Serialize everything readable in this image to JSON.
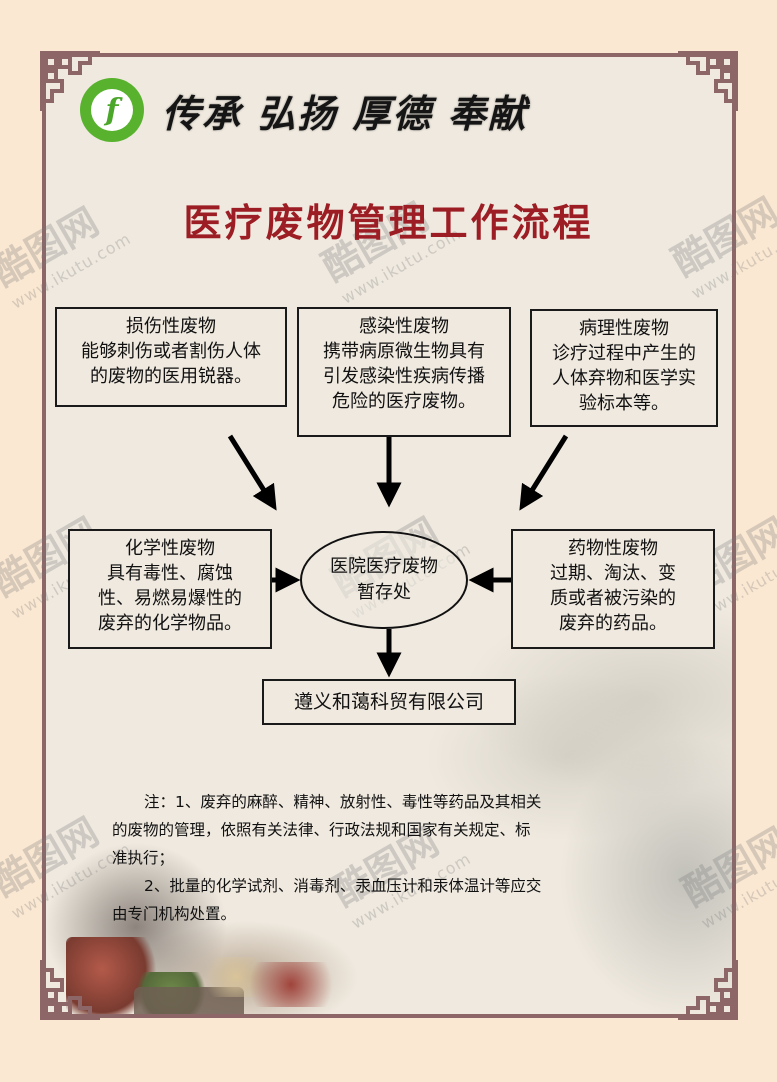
{
  "header": {
    "logo_letter": "f",
    "slogan": "传承 弘扬 厚德 奉献"
  },
  "title": "医疗废物管理工作流程",
  "flow": {
    "sources_top": [
      {
        "name": "损伤性废物",
        "lines": [
          "损伤性废物",
          "能够刺伤或者割伤人体",
          "的废物的医用锐器。"
        ]
      },
      {
        "name": "感染性废物",
        "lines": [
          "感染性废物",
          "携带病原微生物具有",
          "引发感染性疾病传播",
          "危险的医疗废物。"
        ]
      },
      {
        "name": "病理性废物",
        "lines": [
          "病理性废物",
          "诊疗过程中产生的",
          "人体弃物和医学实",
          "验标本等。"
        ]
      }
    ],
    "sources_side": [
      {
        "name": "化学性废物",
        "lines": [
          "化学性废物",
          "具有毒性、腐蚀",
          "性、易燃易爆性的",
          "废弃的化学物品。"
        ]
      },
      {
        "name": "药物性废物",
        "lines": [
          "药物性废物",
          "过期、淘汰、变",
          "质或者被污染的",
          "废弃的药品。"
        ]
      }
    ],
    "center": {
      "lines": [
        "医院医疗废物",
        "暂存处"
      ]
    },
    "destination": "遵义和蔼科贸有限公司"
  },
  "notes": {
    "line1": "注：1、废弃的麻醉、精神、放射性、毒性等药品及其相关",
    "line2": "的废物的管理，依照有关法律、行政法规和国家有关规定、标",
    "line3": "准执行；",
    "line4": "2、批量的化学试剂、消毒剂、汞血压计和汞体温计等应交",
    "line5": "由专门机构处置。"
  },
  "watermark": {
    "text": "酷图网",
    "url": "www.ikutu.com"
  },
  "colors": {
    "title_red": "#9c1d24",
    "frame": "#8d6668",
    "panel_bg": "#efe9df",
    "page_bg": "#fbe8d2",
    "logo_green": "#58b22e"
  }
}
